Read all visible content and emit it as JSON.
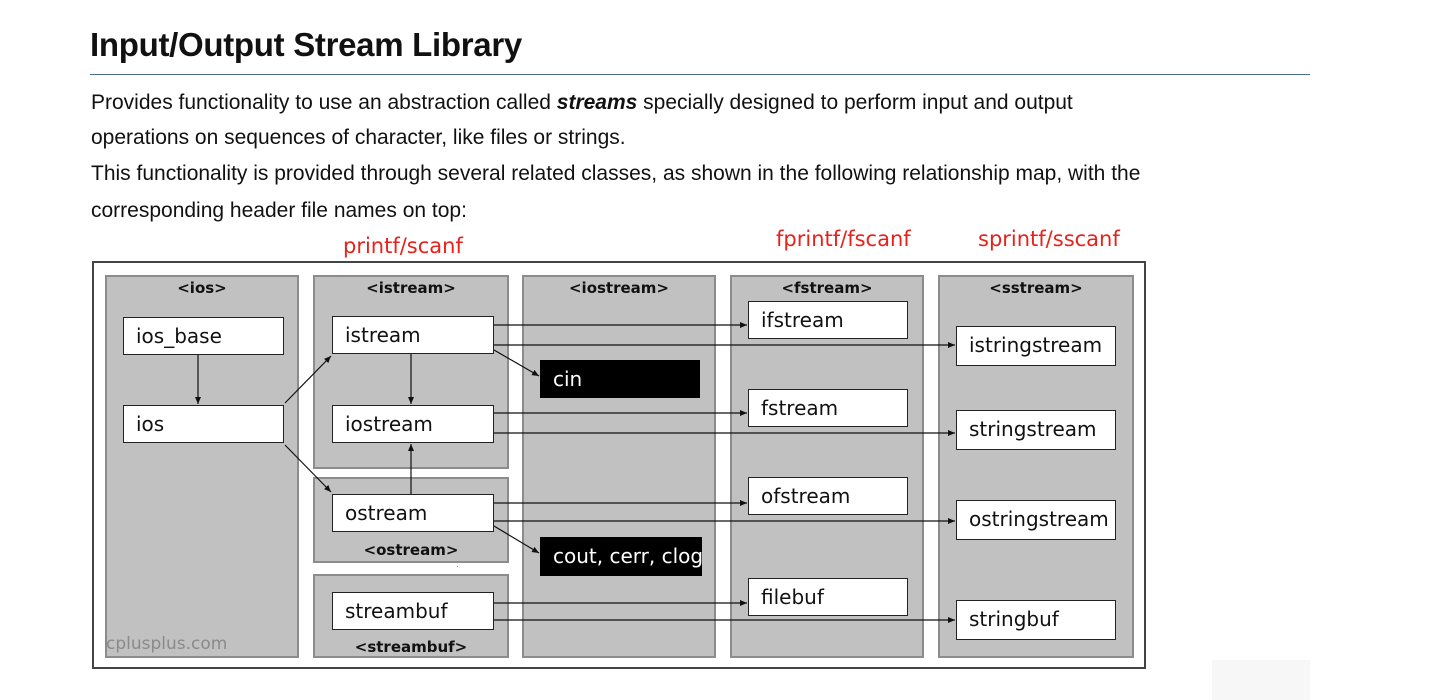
{
  "title": "Input/Output Stream Library",
  "paragraph": {
    "line1_before": "Provides functionality to use an abstraction called ",
    "line1_emph": "streams",
    "line1_after": " specially designed to perform input and output",
    "line2": "operations on sequences of character, like files or strings.",
    "line3": "This functionality is provided through several related classes, as shown in the following relationship map, with the",
    "line4": "corresponding header file names on top:"
  },
  "annotations": {
    "istream_note": "printf/scanf",
    "fstream_note": "fprintf/fscanf",
    "sstream_note": "sprintf/sscanf"
  },
  "headers": {
    "ios": "<ios>",
    "istream": "<istream>",
    "iostream": "<iostream>",
    "fstream": "<fstream>",
    "sstream": "<sstream>",
    "ostream": "<ostream>",
    "streambuf": "<streambuf>"
  },
  "classes": {
    "ios_base": "ios_base",
    "ios": "ios",
    "istream": "istream",
    "iostream": "iostream",
    "ostream": "ostream",
    "streambuf": "streambuf",
    "cin": "cin",
    "cout": "cout, cerr, clog",
    "ifstream": "ifstream",
    "fstream": "fstream",
    "ofstream": "ofstream",
    "filebuf": "filebuf",
    "istringstream": "istringstream",
    "stringstream": "stringstream",
    "ostringstream": "ostringstream",
    "stringbuf": "stringbuf"
  },
  "watermark": "cplusplus.com",
  "colors": {
    "annotation": "#e8221b",
    "column_fill": "#c1c1c1",
    "object_fill": "#000000"
  }
}
